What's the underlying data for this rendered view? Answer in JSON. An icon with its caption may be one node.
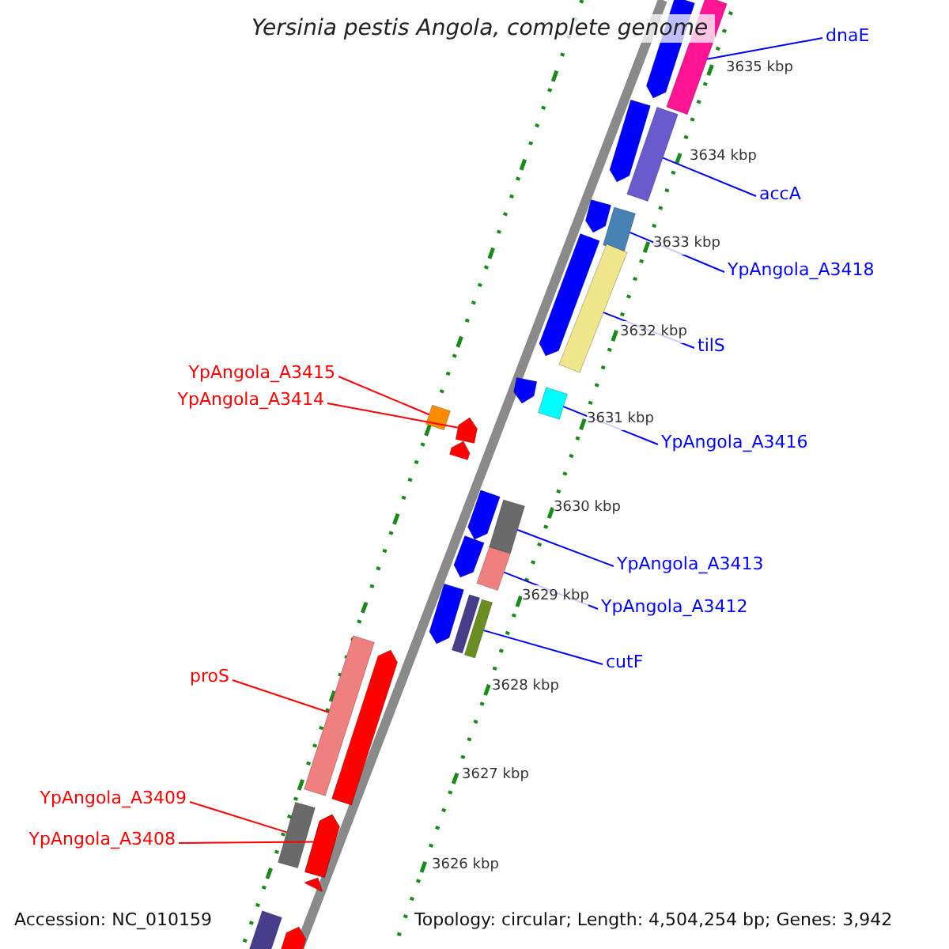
{
  "diagram": {
    "title": "Yersinia pestis Angola, complete genome",
    "nodes": [
      {
        "text": [
          "dnaE"
        ]
      },
      {
        "text": [],
        "shape": "bar"
      },
      {
        "text": [
          "accA"
        ]
      },
      {
        "text": [],
        "shape": "bar"
      },
      {
        "text": [
          "YpAngola_A3418"
        ]
      },
      {
        "text": [],
        "shape": "bar"
      },
      {
        "text": [
          "tilS"
        ]
      },
      {
        "text": [],
        "shape": "bar"
      },
      {
        "text": [
          "YpAngola_A3415"
        ]
      },
      {
        "text": [],
        "shape": "bar"
      },
      {
        "text": [
          "YpAngola_A3414"
        ]
      },
      {
        "text": [],
        "shape": "arrow"
      },
      {
        "text": [
          "YpAngola_A3416"
        ]
      },
      {
        "text": [],
        "shape": "bar"
      },
      {
        "text": [
          "YpAngola_A3413"
        ]
      },
      {
        "text": [],
        "shape": "bar"
      },
      {
        "text": [
          "YpAngola_A3412"
        ]
      },
      {
        "text": [],
        "shape": "bar"
      },
      {
        "text": [
          "cutF"
        ]
      },
      {
        "text": [],
        "shape": "bar"
      },
      {
        "text": [
          "proS"
        ]
      },
      {
        "text": [],
        "shape": "bar"
      },
      {
        "text": [
          "YpAngola_A3409"
        ]
      },
      {
        "text": [],
        "shape": "bar"
      },
      {
        "text": [
          "YpAngola_A3408"
        ]
      },
      {
        "text": [],
        "shape": "arrow"
      },
      {
        "text": [],
        "shape": "arrow"
      },
      {
        "text": [],
        "shape": "arrow"
      },
      {
        "text": [],
        "shape": "arrow"
      },
      {
        "text": [],
        "shape": "arrow"
      },
      {
        "text": [],
        "shape": "arrow"
      },
      {
        "text": [],
        "shape": "arrow"
      },
      {
        "text": [],
        "shape": "arrow"
      },
      {
        "text": [],
        "shape": "arrow"
      },
      {
        "text": [],
        "shape": "bar"
      },
      {
        "text": [],
        "shape": "arrow"
      },
      {
        "text": [],
        "shape": "arrow"
      },
      {
        "text": [],
        "shape": "arrow"
      },
      {
        "text": [],
        "shape": "arrow"
      },
      {
        "text": [],
        "shape": "bar"
      },
      {
        "text": [],
        "shape": "arrow"
      }
    ],
    "edges": [
      {
        "from": 0,
        "to": 1,
        "arrow": "none"
      },
      {
        "from": 2,
        "to": 3,
        "arrow": "none"
      },
      {
        "from": 4,
        "to": 5,
        "arrow": "none"
      },
      {
        "from": 6,
        "to": 7,
        "arrow": "none"
      },
      {
        "from": 8,
        "to": 9,
        "arrow": "none",
        "color": "#ff0000"
      },
      {
        "from": 10,
        "to": 11,
        "arrow": "none",
        "color": "#ff0000"
      },
      {
        "from": 12,
        "to": 13,
        "arrow": "none"
      },
      {
        "from": 14,
        "to": 15,
        "arrow": "none"
      },
      {
        "from": 16,
        "to": 17,
        "arrow": "none"
      },
      {
        "from": 18,
        "to": 19,
        "arrow": "none"
      },
      {
        "from": 20,
        "to": 21,
        "arrow": "none",
        "color": "#ff0000"
      },
      {
        "from": 22,
        "to": 23,
        "arrow": "none",
        "color": "#ff0000"
      },
      {
        "from": 24,
        "to": 25,
        "arrow": "none",
        "color": "#ff0000"
      }
    ],
    "labels": [
      "3635 kbp",
      "3634 kbp",
      "3633 kbp",
      "3632 kbp",
      "3631 kbp",
      "3630 kbp",
      "3629 kbp",
      "3628 kbp",
      "3627 kbp",
      "3626 kbp",
      "Accession: NC_010159",
      "Topology: circular; Length: 4,504,254 bp; Genes: 3,942"
    ]
  }
}
